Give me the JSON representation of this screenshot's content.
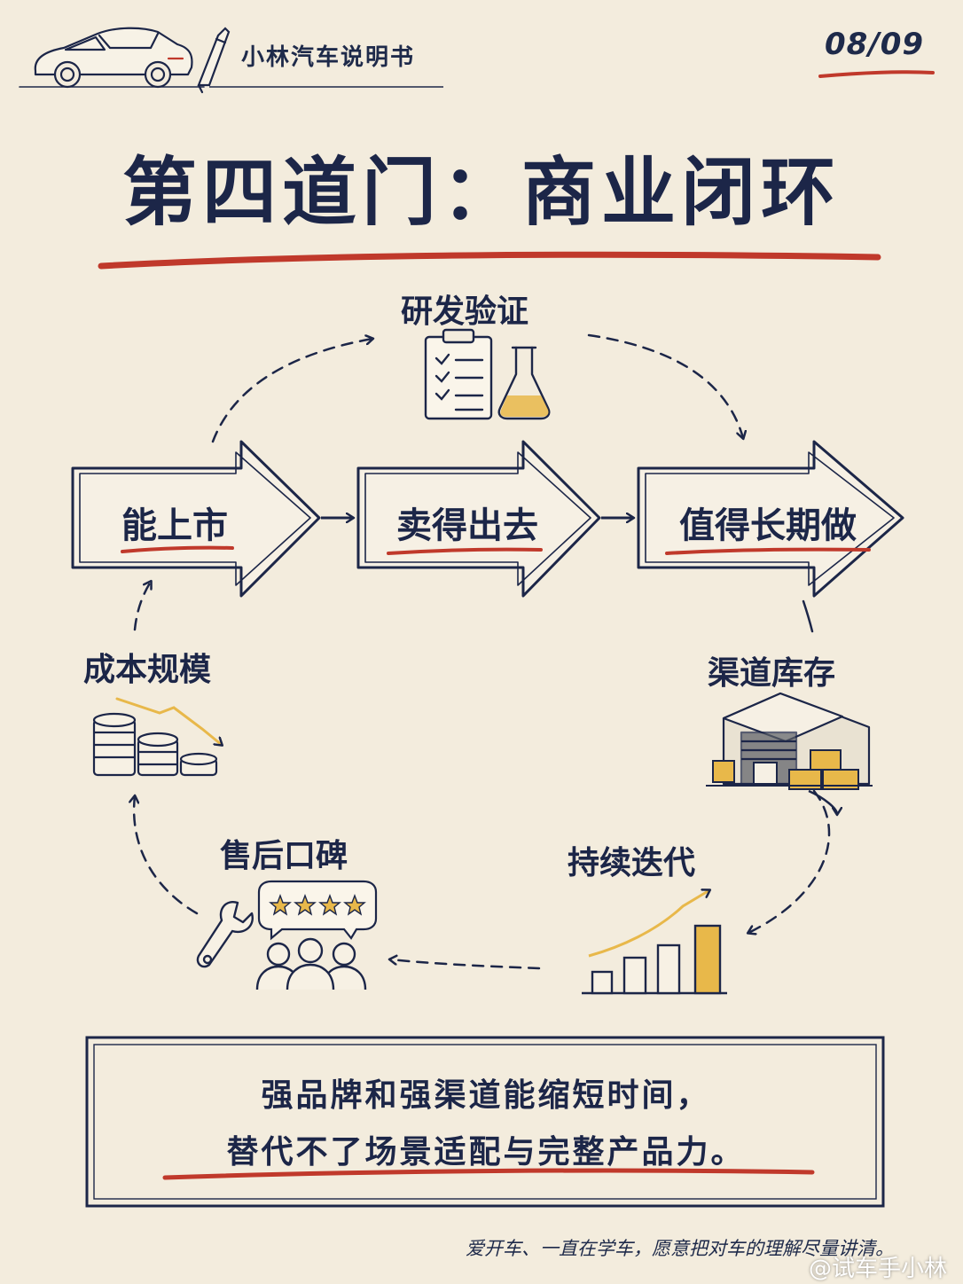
{
  "header": {
    "brand": "小林汽车说明书",
    "page": "08/09",
    "car_icon": "car-sketch-icon",
    "pen_icon": "pen-icon"
  },
  "title": "第四道门：商业闭环",
  "stages": [
    {
      "label": "能上市"
    },
    {
      "label": "卖得出去"
    },
    {
      "label": "值得长期做"
    }
  ],
  "cycle_nodes": {
    "rd": {
      "label": "研发验证",
      "icons": [
        "clipboard-checklist-icon",
        "flask-icon"
      ]
    },
    "cost": {
      "label": "成本规模",
      "icons": [
        "coin-stacks-icon",
        "down-trend-arrow-icon"
      ]
    },
    "channel": {
      "label": "渠道库存",
      "icons": [
        "warehouse-icon",
        "boxes-icon"
      ]
    },
    "aftersales": {
      "label": "售后口碑",
      "icons": [
        "wrench-icon",
        "star-rating-bubble-icon",
        "people-icon"
      ]
    },
    "iteration": {
      "label": "持续迭代",
      "icons": [
        "bar-chart-growth-icon"
      ]
    }
  },
  "summary": {
    "line1": "强品牌和强渠道能缩短时间，",
    "line2": "替代不了场景适配与完整产品力。"
  },
  "footer": {
    "tagline": "爱开车、一直在学车，愿意把对车的理解尽量讲清。",
    "watermark": "@试车手小林"
  },
  "colors": {
    "background": "#f3ecdd",
    "ink": "#1c2648",
    "accent_red": "#c0392b",
    "gold": "#e8b84a"
  }
}
